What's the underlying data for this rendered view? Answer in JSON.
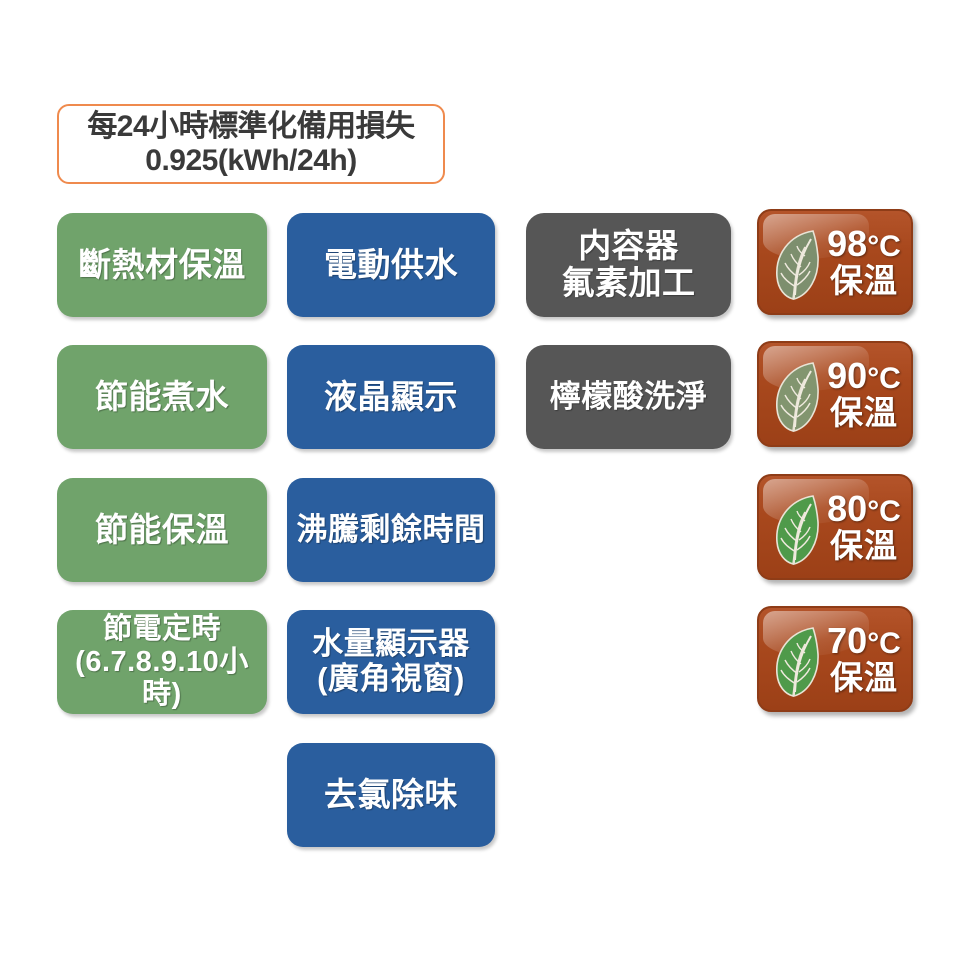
{
  "note": {
    "line1": "每24小時標準化備用損失",
    "line2": "0.925(kWh/24h)",
    "border_color": "#ef8a4d"
  },
  "colors": {
    "green": "#70a36b",
    "blue": "#2a5e9e",
    "gray": "#565656",
    "orange": "#a8481d",
    "leaf_green": "#4f9a4a",
    "text_white": "#ffffff"
  },
  "columns": {
    "green": {
      "name": "insulation-energy-features",
      "items": [
        {
          "label": "斷熱材保溫"
        },
        {
          "label": "節能煮水"
        },
        {
          "label": "節能保溫"
        },
        {
          "label": "節電定時\n(6.7.8.9.10小時)"
        }
      ]
    },
    "blue": {
      "name": "operation-display-features",
      "items": [
        {
          "label": "電動供水"
        },
        {
          "label": "液晶顯示"
        },
        {
          "label": "沸騰剩餘時間"
        },
        {
          "label": "水量顯示器\n(廣角視窗)"
        },
        {
          "label": "去氯除味"
        }
      ]
    },
    "gray": {
      "name": "material-cleaning-features",
      "items": [
        {
          "label": "内容器\n氟素加工"
        },
        {
          "label": "檸檬酸洗淨"
        }
      ]
    }
  },
  "temperature_badges": {
    "name": "keep-warm-temperatures",
    "keep_warm_label": "保溫",
    "items": [
      {
        "temp": "98",
        "unit": "°C",
        "keep": "保溫"
      },
      {
        "temp": "90",
        "unit": "°C",
        "keep": "保溫"
      },
      {
        "temp": "80",
        "unit": "°C",
        "keep": "保溫"
      },
      {
        "temp": "70",
        "unit": "°C",
        "keep": "保溫"
      }
    ]
  }
}
